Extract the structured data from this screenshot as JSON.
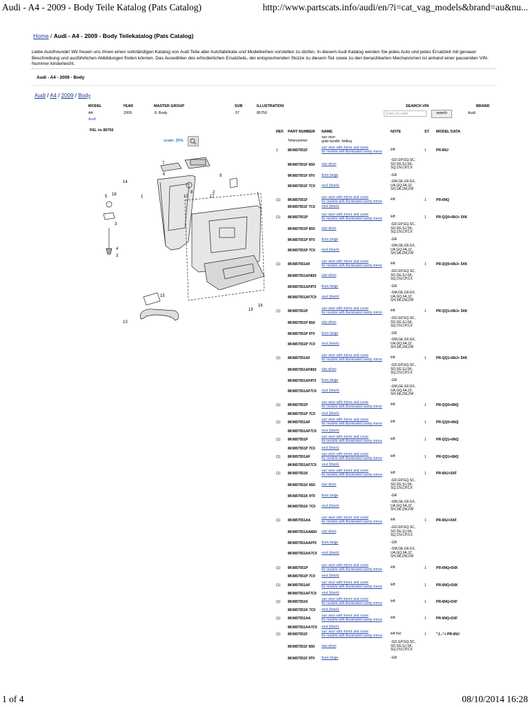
{
  "print_header": {
    "title": "Audi - A4 - 2009 - Body Teile Katalog (Pats Catalog)",
    "url": "http://www.partscats.info/audi/en/?i=cat_vag_models&brand=au&nu..."
  },
  "print_footer": {
    "page": "1 of 4",
    "datetime": "08/10/2014 16:28"
  },
  "breadcrumb_top": {
    "home": "Home",
    "sep": " / ",
    "title": "Audi - A4 - 2009 - Body Teilekatalog (Pats Catalog)"
  },
  "intro": "Liebe Autofreunde! Wir freuen uns Ihnen einen vollständigen Katalog von Audi Teile aller Autofabrikate und Modellreihen vorstellen zu dürfen. In diesem Audi Katalog werden Sie jedes Auto und jedes Ersatzteil mit genauer Beschreibung und ausführlichen Abbildungen finden können. Das Auswählen des erforderlichen Ersatzteils, der entsprechenden Skizze zu diesem Teil sowie zu den benachbarten Mechanismen ist anhand einer passenden VIN-Nummer kinderleicht.",
  "subtitle": "Audi - A4 - 2009 - Body",
  "breadcrumb": [
    "Audi",
    "A4",
    "2009",
    "Body"
  ],
  "model_table": {
    "headers": {
      "model": "MODEL",
      "year": "YEAR",
      "master_group": "MASTER GROUP",
      "sub": "SUB",
      "illustration": "ILLUSTRATION",
      "search_vin": "SEARCH VIN",
      "brand": "BRAND"
    },
    "values": {
      "model": "A4",
      "year": "2009",
      "master_group": "8. Body",
      "sub": "57",
      "illustration": "85750",
      "brand": "Audi",
      "model_sub": "Audi"
    },
    "vin_placeholder": "Enter vin-code",
    "search_button": "search"
  },
  "figure": {
    "label": "FIG. № 85750",
    "scale": "scale: 25%"
  },
  "parts_header": {
    "ref": "REF.",
    "part": "PART NUMBER",
    "name": "NAME",
    "note": "NOTE",
    "st": "ST",
    "model": "MODEL DATA",
    "sub_part": "Teilenummer",
    "sub_name": "sun visor\ngrab handle, folding"
  },
  "parts": [
    {
      "ref": "1",
      "pn": "8K0857551F",
      "name": "sun visor with mirror and cover\nfor models with illuminated vanity mirror",
      "note": "left",
      "st": "1",
      "model": "PR-6NJ"
    },
    {
      "ref": "",
      "pn": "8K0857551F 8S0",
      "name": "star silver",
      "note": "-GD,GP,GQ,SC,\nSD,SG,SJ,SK,\nSQ,CN,CP,CX",
      "st": "",
      "model": ""
    },
    {
      "ref": "",
      "pn": "8K0857551F 9T0",
      "name": "linen beige",
      "note": "-GR",
      "st": "",
      "model": ""
    },
    {
      "ref": "",
      "pn": "8K0857551F 7C0",
      "name": "soul (black)",
      "note": "-GM,GE,GF,GX,\nUA,GQ,FA,JZ,\nSH,SR,ZM,ZW",
      "st": "",
      "model": ""
    },
    {
      "ref": "(1)",
      "pn": "8K0857551F",
      "name": "sun visor with mirror and cover\nfor models with illuminated vanity mirror",
      "note": "left",
      "st": "1",
      "model": "PR-6NQ"
    },
    {
      "ref": "",
      "pn": "8K0857551F 7C0",
      "name": "soul (black)",
      "note": "",
      "st": "",
      "model": ""
    },
    {
      "ref": "(1)",
      "pn": "8K0857551P",
      "name": "sun visor with mirror and cover\nfor models with illuminated vanity mirror",
      "note": "left",
      "st": "1",
      "model": "PR-QQ0+6NJ+ 5XK"
    },
    {
      "ref": "",
      "pn": "8K0857551P 8S0",
      "name": "star silver",
      "note": "-GD,GP,GQ,SC,\nSD,SG,SJ,SK,\nSQ,CN,CP,CX",
      "st": "",
      "model": ""
    },
    {
      "ref": "",
      "pn": "8K0857551P 9T0",
      "name": "linen beige",
      "note": "-GR",
      "st": "",
      "model": ""
    },
    {
      "ref": "",
      "pn": "8K0857551P 7C0",
      "name": "soul (black)",
      "note": "-GM,GE,GF,GX,\nUA,GQ,FA,JZ,\nSH,SR,ZM,ZW",
      "st": "",
      "model": ""
    },
    {
      "ref": "(1)",
      "pn": "8K0857551AF",
      "name": "sun visor with mirror and cover\nfor models with illuminated vanity mirror",
      "note": "left",
      "st": "1",
      "model": "PR-QQ0+6NJ+ 5XK"
    },
    {
      "ref": "",
      "pn": "8K0857551AF8S0",
      "name": "star silver",
      "note": "-GD,GP,GQ,SC,\nSD,SG,SJ,SK,\nSQ,CN,CP,CX",
      "st": "",
      "model": ""
    },
    {
      "ref": "",
      "pn": "8K0857551AF9T0",
      "name": "linen beige",
      "note": "-GR",
      "st": "",
      "model": ""
    },
    {
      "ref": "",
      "pn": "8K0857551AF7C0",
      "name": "soul (black)",
      "note": "-GM,GE,GF,GX,\nUA,GQ,FA,JZ,\nSH,SR,ZM,ZW",
      "st": "",
      "model": ""
    },
    {
      "ref": "(1)",
      "pn": "8K0857551P",
      "name": "sun visor with mirror and cover\nfor models with illuminated vanity mirror",
      "note": "left",
      "st": "1",
      "model": "PR-QQ1+6NJ+ 5XK"
    },
    {
      "ref": "",
      "pn": "8K0857551P 8S0",
      "name": "star silver",
      "note": "-GD,GP,GQ,SC,\nSD,SG,SJ,SK,\nSQ,CN,CP,CX",
      "st": "",
      "model": ""
    },
    {
      "ref": "",
      "pn": "8K0857551P 9T0",
      "name": "linen beige",
      "note": "-GR",
      "st": "",
      "model": ""
    },
    {
      "ref": "",
      "pn": "8K0857551P 7C0",
      "name": "soul (black)",
      "note": "-GM,GE,GF,GX,\nUA,GQ,FA,JZ,\nSH,SR,ZM,ZW",
      "st": "",
      "model": ""
    },
    {
      "ref": "(1)",
      "pn": "8K0857551AF",
      "name": "sun visor with mirror and cover\nfor models with illuminated vanity mirror",
      "note": "left",
      "st": "1",
      "model": "PR-QQ1+6NJ+ 5XK"
    },
    {
      "ref": "",
      "pn": "8K0857551AF8S0",
      "name": "star silver",
      "note": "-GD,GP,GQ,SC,\nSD,SG,SJ,SK,\nSQ,CN,CP,CX",
      "st": "",
      "model": ""
    },
    {
      "ref": "",
      "pn": "8K0857551AF9T0",
      "name": "linen beige",
      "note": "-GR",
      "st": "",
      "model": ""
    },
    {
      "ref": "",
      "pn": "8K0857551AF7C0",
      "name": "soul (black)",
      "note": "-GM,GE,GF,GX,\nUA,GQ,FA,JZ,\nSH,SR,ZM,ZW",
      "st": "",
      "model": ""
    },
    {
      "ref": "(1)",
      "pn": "8K0857551P",
      "name": "sun visor with mirror and cover\nfor models with illuminated vanity mirror",
      "note": "left",
      "st": "1",
      "model": "PR-QQ0+6NQ"
    },
    {
      "ref": "",
      "pn": "8K0857551P 7C0",
      "name": "soul (black)",
      "note": "",
      "st": "",
      "model": ""
    },
    {
      "ref": "(1)",
      "pn": "8K0857551AF",
      "name": "sun visor with mirror and cover\nfor models with illuminated vanity mirror",
      "note": "left",
      "st": "1",
      "model": "PR-QQ0+6NQ"
    },
    {
      "ref": "",
      "pn": "8K0857551AF7C0",
      "name": "soul (black)",
      "note": "",
      "st": "",
      "model": ""
    },
    {
      "ref": "(1)",
      "pn": "8K0857551P",
      "name": "sun visor with mirror and cover\nfor models with illuminated vanity mirror",
      "note": "left",
      "st": "1",
      "model": "PR-QQ1+6NQ"
    },
    {
      "ref": "",
      "pn": "8K0857551P 7C0",
      "name": "soul (black)",
      "note": "",
      "st": "",
      "model": ""
    },
    {
      "ref": "(1)",
      "pn": "8K0857551AF",
      "name": "sun visor with mirror and cover\nfor models with illuminated vanity mirror",
      "note": "left",
      "st": "1",
      "model": "PR-QQ1+6NQ"
    },
    {
      "ref": "",
      "pn": "8K0857551AF7C0",
      "name": "soul (black)",
      "note": "",
      "st": "",
      "model": ""
    },
    {
      "ref": "(1)",
      "pn": "8K0857551K",
      "name": "sun visor with mirror and cover\nfor models with illuminated vanity mirror",
      "note": "left",
      "st": "1",
      "model": "PR-6NJ+5XF"
    },
    {
      "ref": "",
      "pn": "8K0857551K 8S0",
      "name": "star silver",
      "note": "-GD,GP,GQ,SC,\nSD,SG,SJ,SK,\nSQ,CN,CP,CX",
      "st": "",
      "model": ""
    },
    {
      "ref": "",
      "pn": "8K0857551K 9T0",
      "name": "linen beige",
      "note": "-GR",
      "st": "",
      "model": ""
    },
    {
      "ref": "",
      "pn": "8K0857551K 7C0",
      "name": "soul (black)",
      "note": "-GM,GE,GF,GX,\nUA,GQ,FA,JZ,\nSH,SR,ZM,ZW",
      "st": "",
      "model": ""
    },
    {
      "ref": "(1)",
      "pn": "8K0857551AA",
      "name": "sun visor with mirror and cover\nfor models with illuminated vanity mirror",
      "note": "left",
      "st": "1",
      "model": "PR-6NJ+5XF"
    },
    {
      "ref": "",
      "pn": "8K0857551AA8S0",
      "name": "star silver",
      "note": "-GD,GP,GQ,SC,\nSD,SG,SJ,SK,\nSQ,CN,CP,CX",
      "st": "",
      "model": ""
    },
    {
      "ref": "",
      "pn": "8K0857551AA9T0",
      "name": "linen beige",
      "note": "-GR",
      "st": "",
      "model": ""
    },
    {
      "ref": "",
      "pn": "8K0857551AA7C0",
      "name": "soul (black)",
      "note": "-GM,GE,GF,GX,\nUA,GQ,FA,JZ,\nSH,SR,ZM,ZW",
      "st": "",
      "model": ""
    },
    {
      "ref": "(1)",
      "pn": "8K0857551P",
      "name": "sun visor with mirror and cover\nfor models with illuminated vanity mirror",
      "note": "left",
      "st": "1",
      "model": "PR-6NQ+5XK"
    },
    {
      "ref": "",
      "pn": "8K0857551P 7C0",
      "name": "soul (black)",
      "note": "",
      "st": "",
      "model": ""
    },
    {
      "ref": "(1)",
      "pn": "8K0857551AF",
      "name": "sun visor with mirror and cover\nfor models with illuminated vanity mirror",
      "note": "left",
      "st": "1",
      "model": "PR-6NQ+5XK"
    },
    {
      "ref": "",
      "pn": "8K0857551AF7C0",
      "name": "soul (black)",
      "note": "",
      "st": "",
      "model": ""
    },
    {
      "ref": "(1)",
      "pn": "8K0857551K",
      "name": "sun visor with mirror and cover\nfor models with illuminated vanity mirror",
      "note": "left",
      "st": "1",
      "model": "PR-6NQ+5XF"
    },
    {
      "ref": "",
      "pn": "8K0857551K 7C0",
      "name": "soul (black)",
      "note": "",
      "st": "",
      "model": ""
    },
    {
      "ref": "(1)",
      "pn": "8K0857551AA",
      "name": "sun visor with mirror and cover\nfor models with illuminated vanity mirror",
      "note": "left",
      "st": "1",
      "model": "PR-6NQ+5XF"
    },
    {
      "ref": "",
      "pn": "8K0857551AA7C0",
      "name": "soul (black)",
      "note": "",
      "st": "",
      "model": ""
    },
    {
      "ref": "(1)",
      "pn": "8K0857551F",
      "name": "sun visor with mirror and cover\nfor models with illuminated vanity mirror",
      "note": "left lhd",
      "st": "1",
      "model": "\"J...\"+ PR-6NJ"
    },
    {
      "ref": "",
      "pn": "8K0857551F 8S0",
      "name": "star silver",
      "note": "-GD,GP,GQ,SC,\nSD,SG,SJ,SK,\nSQ,CN,CP,CX",
      "st": "",
      "model": ""
    },
    {
      "ref": "",
      "pn": "8K0857551F 9T0",
      "name": "linen beige",
      "note": "-GR",
      "st": "",
      "model": ""
    }
  ],
  "illustration_callouts": [
    "1",
    "2",
    "3",
    "4",
    "5",
    "6",
    "7",
    "8",
    "9",
    "10",
    "13",
    "14",
    "15",
    "16",
    "17",
    "18",
    "19"
  ],
  "colors": {
    "link": "#1a3a9a",
    "part_link": "#2a4aa8",
    "scale": "#3a6fc4"
  }
}
